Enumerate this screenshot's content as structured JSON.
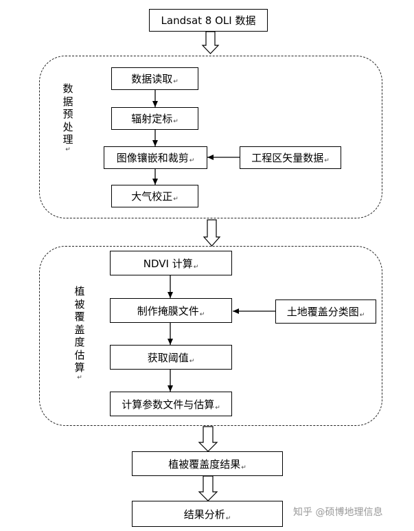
{
  "diagram": {
    "nodes": {
      "landsat": "Landsat 8 OLI 数据",
      "read": "数据读取",
      "radiometric": "辐射定标",
      "mosaic": "图像镶嵌和裁剪",
      "vector": "工程区矢量数据",
      "atmos": "大气校正",
      "ndvi": "NDVI 计算",
      "mask": "制作掩膜文件",
      "landcover": "土地覆盖分类图",
      "threshold": "获取阈值",
      "params": "计算参数文件与估算",
      "fvc_result": "植被覆盖度结果",
      "analysis": "结果分析"
    },
    "groups": {
      "preprocess": "数据预处理",
      "fvc_estimate": "植被覆盖度估算"
    },
    "para_mark": "↵",
    "watermark": "知乎 @硕博地理信息"
  }
}
